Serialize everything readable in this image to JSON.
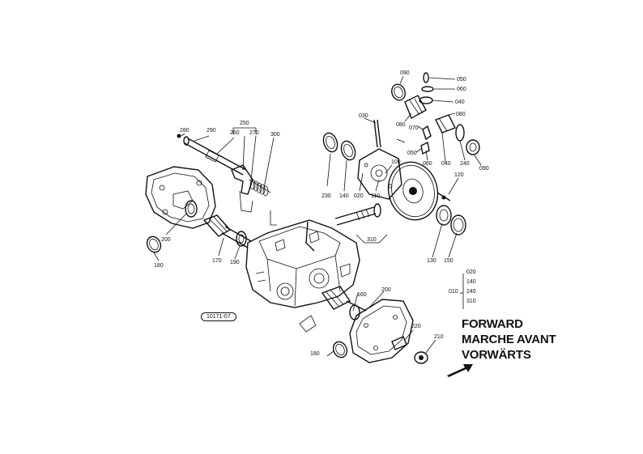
{
  "title_block": {
    "line1": "FORWARD",
    "line2": "MARCHE AVANT",
    "line3": "VORWÄRTS"
  },
  "reference_code": "10171-07",
  "group_legend": {
    "parent": "010",
    "children": [
      "020",
      "140",
      "240",
      "310"
    ]
  },
  "parts": {
    "p030": "030",
    "p040a": "040",
    "p040b": "040",
    "p050a": "050",
    "p050b": "050",
    "p060a": "060",
    "p060b": "060",
    "p070": "070",
    "p080a": "080",
    "p080b": "080",
    "p090a": "090",
    "p090b": "090",
    "p100": "100",
    "p110": "110",
    "p120": "120",
    "p020": "020",
    "p130": "130",
    "p140": "140",
    "p150": "150",
    "p160": "160",
    "p170": "170",
    "p180a": "180",
    "p180b": "180",
    "p190": "190",
    "p200a": "200",
    "p200b": "200",
    "p210": "210",
    "p220": "220",
    "p230": "230",
    "p240": "240",
    "p250": "250",
    "p260": "260",
    "p270": "270",
    "p280": "280",
    "p290": "290",
    "p300": "300",
    "p310": "310"
  },
  "icons": {
    "direction": "arrow-icon"
  }
}
